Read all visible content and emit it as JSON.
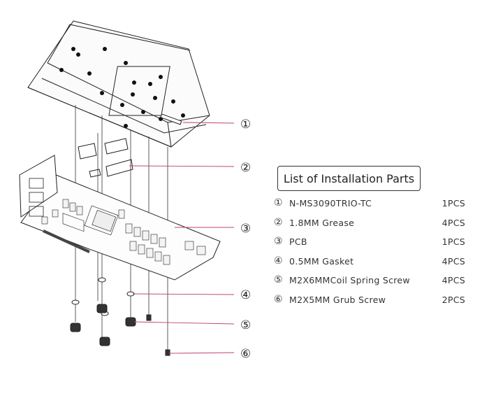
{
  "list_title": "List of Installation Parts",
  "parts": [
    {
      "num": "①",
      "name": "N-MS3090TRIO-TC",
      "qty": "1PCS"
    },
    {
      "num": "②",
      "name": "1.8MM Grease",
      "qty": "4PCS"
    },
    {
      "num": "③",
      "name": "PCB",
      "qty": "1PCS"
    },
    {
      "num": "④",
      "name": "0.5MM Gasket",
      "qty": "4PCS"
    },
    {
      "num": "⑤",
      "name": "M2X6MMCoil Spring Screw",
      "qty": "4PCS"
    },
    {
      "num": "⑥",
      "name": "M2X5MM Grub Screw",
      "qty": "2PCS"
    }
  ],
  "callouts": [
    "①",
    "②",
    "③",
    "④",
    "⑤",
    "⑥"
  ],
  "colors": {
    "leader_line": "#c0407a",
    "line_art": "#222222"
  }
}
